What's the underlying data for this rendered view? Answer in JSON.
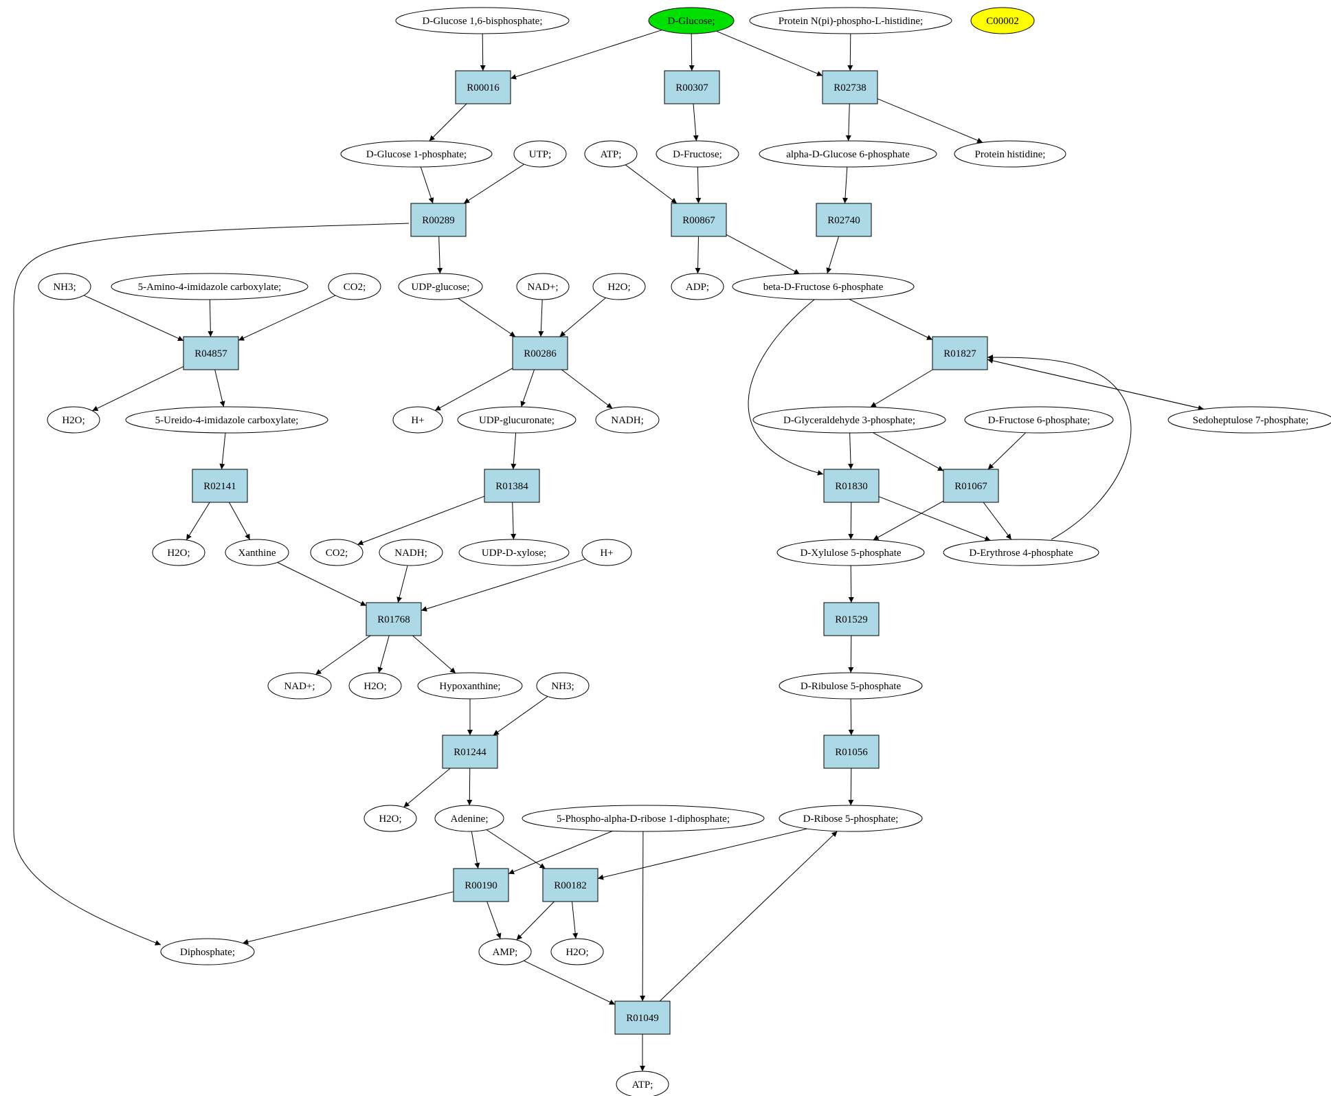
{
  "nodes": [
    {
      "id": "d_glucose_16bp",
      "label": "D-Glucose 1,6-bisphosphate;",
      "kind": "compound"
    },
    {
      "id": "d_glucose",
      "label": "D-Glucose;",
      "kind": "compound",
      "highlight": "#00e000"
    },
    {
      "id": "protein_npi",
      "label": "Protein N(pi)-phospho-L-histidine;",
      "kind": "compound"
    },
    {
      "id": "c00002",
      "label": "C00002",
      "kind": "compound",
      "highlight": "#ffff00"
    },
    {
      "id": "r00016",
      "label": "R00016",
      "kind": "reaction"
    },
    {
      "id": "r00307",
      "label": "R00307",
      "kind": "reaction"
    },
    {
      "id": "r02738",
      "label": "R02738",
      "kind": "reaction"
    },
    {
      "id": "d_glucose_1p",
      "label": "D-Glucose 1-phosphate;",
      "kind": "compound"
    },
    {
      "id": "utp",
      "label": "UTP;",
      "kind": "compound"
    },
    {
      "id": "atp_top",
      "label": "ATP;",
      "kind": "compound"
    },
    {
      "id": "d_fructose",
      "label": "D-Fructose;",
      "kind": "compound"
    },
    {
      "id": "alpha_g6p",
      "label": "alpha-D-Glucose 6-phosphate",
      "kind": "compound"
    },
    {
      "id": "protein_his",
      "label": "Protein histidine;",
      "kind": "compound"
    },
    {
      "id": "r00289",
      "label": "R00289",
      "kind": "reaction"
    },
    {
      "id": "r00867",
      "label": "R00867",
      "kind": "reaction"
    },
    {
      "id": "r02740",
      "label": "R02740",
      "kind": "reaction"
    },
    {
      "id": "nh3_a",
      "label": "NH3;",
      "kind": "compound"
    },
    {
      "id": "amino_imid",
      "label": "5-Amino-4-imidazole carboxylate;",
      "kind": "compound"
    },
    {
      "id": "co2_a",
      "label": "CO2;",
      "kind": "compound"
    },
    {
      "id": "udp_glucose",
      "label": "UDP-glucose;",
      "kind": "compound"
    },
    {
      "id": "nadp_a",
      "label": "NAD+;",
      "kind": "compound"
    },
    {
      "id": "h2o_a",
      "label": "H2O;",
      "kind": "compound"
    },
    {
      "id": "adp",
      "label": "ADP;",
      "kind": "compound"
    },
    {
      "id": "beta_f6p",
      "label": "beta-D-Fructose 6-phosphate",
      "kind": "compound"
    },
    {
      "id": "r04857",
      "label": "R04857",
      "kind": "reaction"
    },
    {
      "id": "r00286",
      "label": "R00286",
      "kind": "reaction"
    },
    {
      "id": "r01827",
      "label": "R01827",
      "kind": "reaction"
    },
    {
      "id": "h2o_b",
      "label": "H2O;",
      "kind": "compound"
    },
    {
      "id": "ureido_imid",
      "label": "5-Ureido-4-imidazole carboxylate;",
      "kind": "compound"
    },
    {
      "id": "hplus_a",
      "label": "H+",
      "kind": "compound"
    },
    {
      "id": "udp_glucuronate",
      "label": "UDP-glucuronate;",
      "kind": "compound"
    },
    {
      "id": "nadh_a",
      "label": "NADH;",
      "kind": "compound"
    },
    {
      "id": "g3p",
      "label": "D-Glyceraldehyde 3-phosphate;",
      "kind": "compound"
    },
    {
      "id": "d_f6p",
      "label": "D-Fructose 6-phosphate;",
      "kind": "compound"
    },
    {
      "id": "sedo7p",
      "label": "Sedoheptulose 7-phosphate;",
      "kind": "compound"
    },
    {
      "id": "r02141",
      "label": "R02141",
      "kind": "reaction"
    },
    {
      "id": "r01384",
      "label": "R01384",
      "kind": "reaction"
    },
    {
      "id": "r01830",
      "label": "R01830",
      "kind": "reaction"
    },
    {
      "id": "r01067",
      "label": "R01067",
      "kind": "reaction"
    },
    {
      "id": "h2o_c",
      "label": "H2O;",
      "kind": "compound"
    },
    {
      "id": "xanthine",
      "label": "Xanthine",
      "kind": "compound"
    },
    {
      "id": "co2_b",
      "label": "CO2;",
      "kind": "compound"
    },
    {
      "id": "nadh_b",
      "label": "NADH;",
      "kind": "compound"
    },
    {
      "id": "udp_xylose",
      "label": "UDP-D-xylose;",
      "kind": "compound"
    },
    {
      "id": "hplus_b",
      "label": "H+",
      "kind": "compound"
    },
    {
      "id": "xylulose5p",
      "label": "D-Xylulose 5-phosphate",
      "kind": "compound"
    },
    {
      "id": "erythrose4p",
      "label": "D-Erythrose 4-phosphate",
      "kind": "compound"
    },
    {
      "id": "r01768",
      "label": "R01768",
      "kind": "reaction"
    },
    {
      "id": "r01529",
      "label": "R01529",
      "kind": "reaction"
    },
    {
      "id": "nadp_b",
      "label": "NAD+;",
      "kind": "compound"
    },
    {
      "id": "h2o_d",
      "label": "H2O;",
      "kind": "compound"
    },
    {
      "id": "hypoxanthine",
      "label": "Hypoxanthine;",
      "kind": "compound"
    },
    {
      "id": "nh3_b",
      "label": "NH3;",
      "kind": "compound"
    },
    {
      "id": "ribulose5p",
      "label": "D-Ribulose 5-phosphate",
      "kind": "compound"
    },
    {
      "id": "r01244",
      "label": "R01244",
      "kind": "reaction"
    },
    {
      "id": "r01056",
      "label": "R01056",
      "kind": "reaction"
    },
    {
      "id": "h2o_e",
      "label": "H2O;",
      "kind": "compound"
    },
    {
      "id": "adenine",
      "label": "Adenine;",
      "kind": "compound"
    },
    {
      "id": "prpp",
      "label": "5-Phospho-alpha-D-ribose 1-diphosphate;",
      "kind": "compound"
    },
    {
      "id": "ribose5p",
      "label": "D-Ribose 5-phosphate;",
      "kind": "compound"
    },
    {
      "id": "r00190",
      "label": "R00190",
      "kind": "reaction"
    },
    {
      "id": "r00182",
      "label": "R00182",
      "kind": "reaction"
    },
    {
      "id": "diphosphate",
      "label": "Diphosphate;",
      "kind": "compound"
    },
    {
      "id": "amp",
      "label": "AMP;",
      "kind": "compound"
    },
    {
      "id": "h2o_f",
      "label": "H2O;",
      "kind": "compound"
    },
    {
      "id": "r01049",
      "label": "R01049",
      "kind": "reaction"
    },
    {
      "id": "atp_bottom",
      "label": "ATP;",
      "kind": "compound"
    }
  ],
  "edges": [
    [
      "d_glucose_16bp",
      "r00016"
    ],
    [
      "d_glucose",
      "r00016"
    ],
    [
      "d_glucose",
      "r00307"
    ],
    [
      "d_glucose",
      "r02738"
    ],
    [
      "protein_npi",
      "r02738"
    ],
    [
      "r00016",
      "d_glucose_1p"
    ],
    [
      "r00307",
      "d_fructose"
    ],
    [
      "r02738",
      "alpha_g6p"
    ],
    [
      "r02738",
      "protein_his"
    ],
    [
      "d_glucose_1p",
      "r00289"
    ],
    [
      "utp",
      "r00289"
    ],
    [
      "atp_top",
      "r00867"
    ],
    [
      "d_fructose",
      "r00867"
    ],
    [
      "alpha_g6p",
      "r02740"
    ],
    [
      "r00289",
      "udp_glucose"
    ],
    [
      "r00289",
      "diphosphate"
    ],
    [
      "r00867",
      "adp"
    ],
    [
      "r00867",
      "beta_f6p"
    ],
    [
      "r02740",
      "beta_f6p"
    ],
    [
      "nh3_a",
      "r04857"
    ],
    [
      "amino_imid",
      "r04857"
    ],
    [
      "co2_a",
      "r04857"
    ],
    [
      "udp_glucose",
      "r00286"
    ],
    [
      "nadp_a",
      "r00286"
    ],
    [
      "h2o_a",
      "r00286"
    ],
    [
      "beta_f6p",
      "r01827"
    ],
    [
      "beta_f6p",
      "r01830"
    ],
    [
      "r04857",
      "h2o_b"
    ],
    [
      "r04857",
      "ureido_imid"
    ],
    [
      "r00286",
      "hplus_a"
    ],
    [
      "r00286",
      "udp_glucuronate"
    ],
    [
      "r00286",
      "nadh_a"
    ],
    [
      "r01827",
      "g3p"
    ],
    [
      "r01827",
      "sedo7p"
    ],
    [
      "sedo7p",
      "r01827"
    ],
    [
      "erythrose4p",
      "r01827"
    ],
    [
      "ureido_imid",
      "r02141"
    ],
    [
      "udp_glucuronate",
      "r01384"
    ],
    [
      "g3p",
      "r01830"
    ],
    [
      "g3p",
      "r01067"
    ],
    [
      "d_f6p",
      "r01067"
    ],
    [
      "r02141",
      "h2o_c"
    ],
    [
      "r02141",
      "xanthine"
    ],
    [
      "r01384",
      "co2_b"
    ],
    [
      "r01384",
      "udp_xylose"
    ],
    [
      "r01830",
      "xylulose5p"
    ],
    [
      "r01830",
      "erythrose4p"
    ],
    [
      "r01067",
      "xylulose5p"
    ],
    [
      "r01067",
      "erythrose4p"
    ],
    [
      "xanthine",
      "r01768"
    ],
    [
      "nadh_b",
      "r01768"
    ],
    [
      "hplus_b",
      "r01768"
    ],
    [
      "xylulose5p",
      "r01529"
    ],
    [
      "r01768",
      "nadp_b"
    ],
    [
      "r01768",
      "h2o_d"
    ],
    [
      "r01768",
      "hypoxanthine"
    ],
    [
      "hypoxanthine",
      "r01244"
    ],
    [
      "nh3_b",
      "r01244"
    ],
    [
      "r01529",
      "ribulose5p"
    ],
    [
      "ribulose5p",
      "r01056"
    ],
    [
      "r01244",
      "h2o_e"
    ],
    [
      "r01244",
      "adenine"
    ],
    [
      "r01056",
      "ribose5p"
    ],
    [
      "adenine",
      "r00190"
    ],
    [
      "adenine",
      "r00182"
    ],
    [
      "prpp",
      "r00190"
    ],
    [
      "prpp",
      "r01049"
    ],
    [
      "ribose5p",
      "r00182"
    ],
    [
      "r00190",
      "diphosphate"
    ],
    [
      "r00190",
      "amp"
    ],
    [
      "r00182",
      "amp"
    ],
    [
      "r00182",
      "h2o_f"
    ],
    [
      "amp",
      "r01049"
    ],
    [
      "r01049",
      "ribose5p"
    ],
    [
      "r01049",
      "atp_bottom"
    ]
  ],
  "colors": {
    "reaction_fill": "#add8e6",
    "compound_fill": "#ffffff",
    "stroke": "#000000"
  }
}
